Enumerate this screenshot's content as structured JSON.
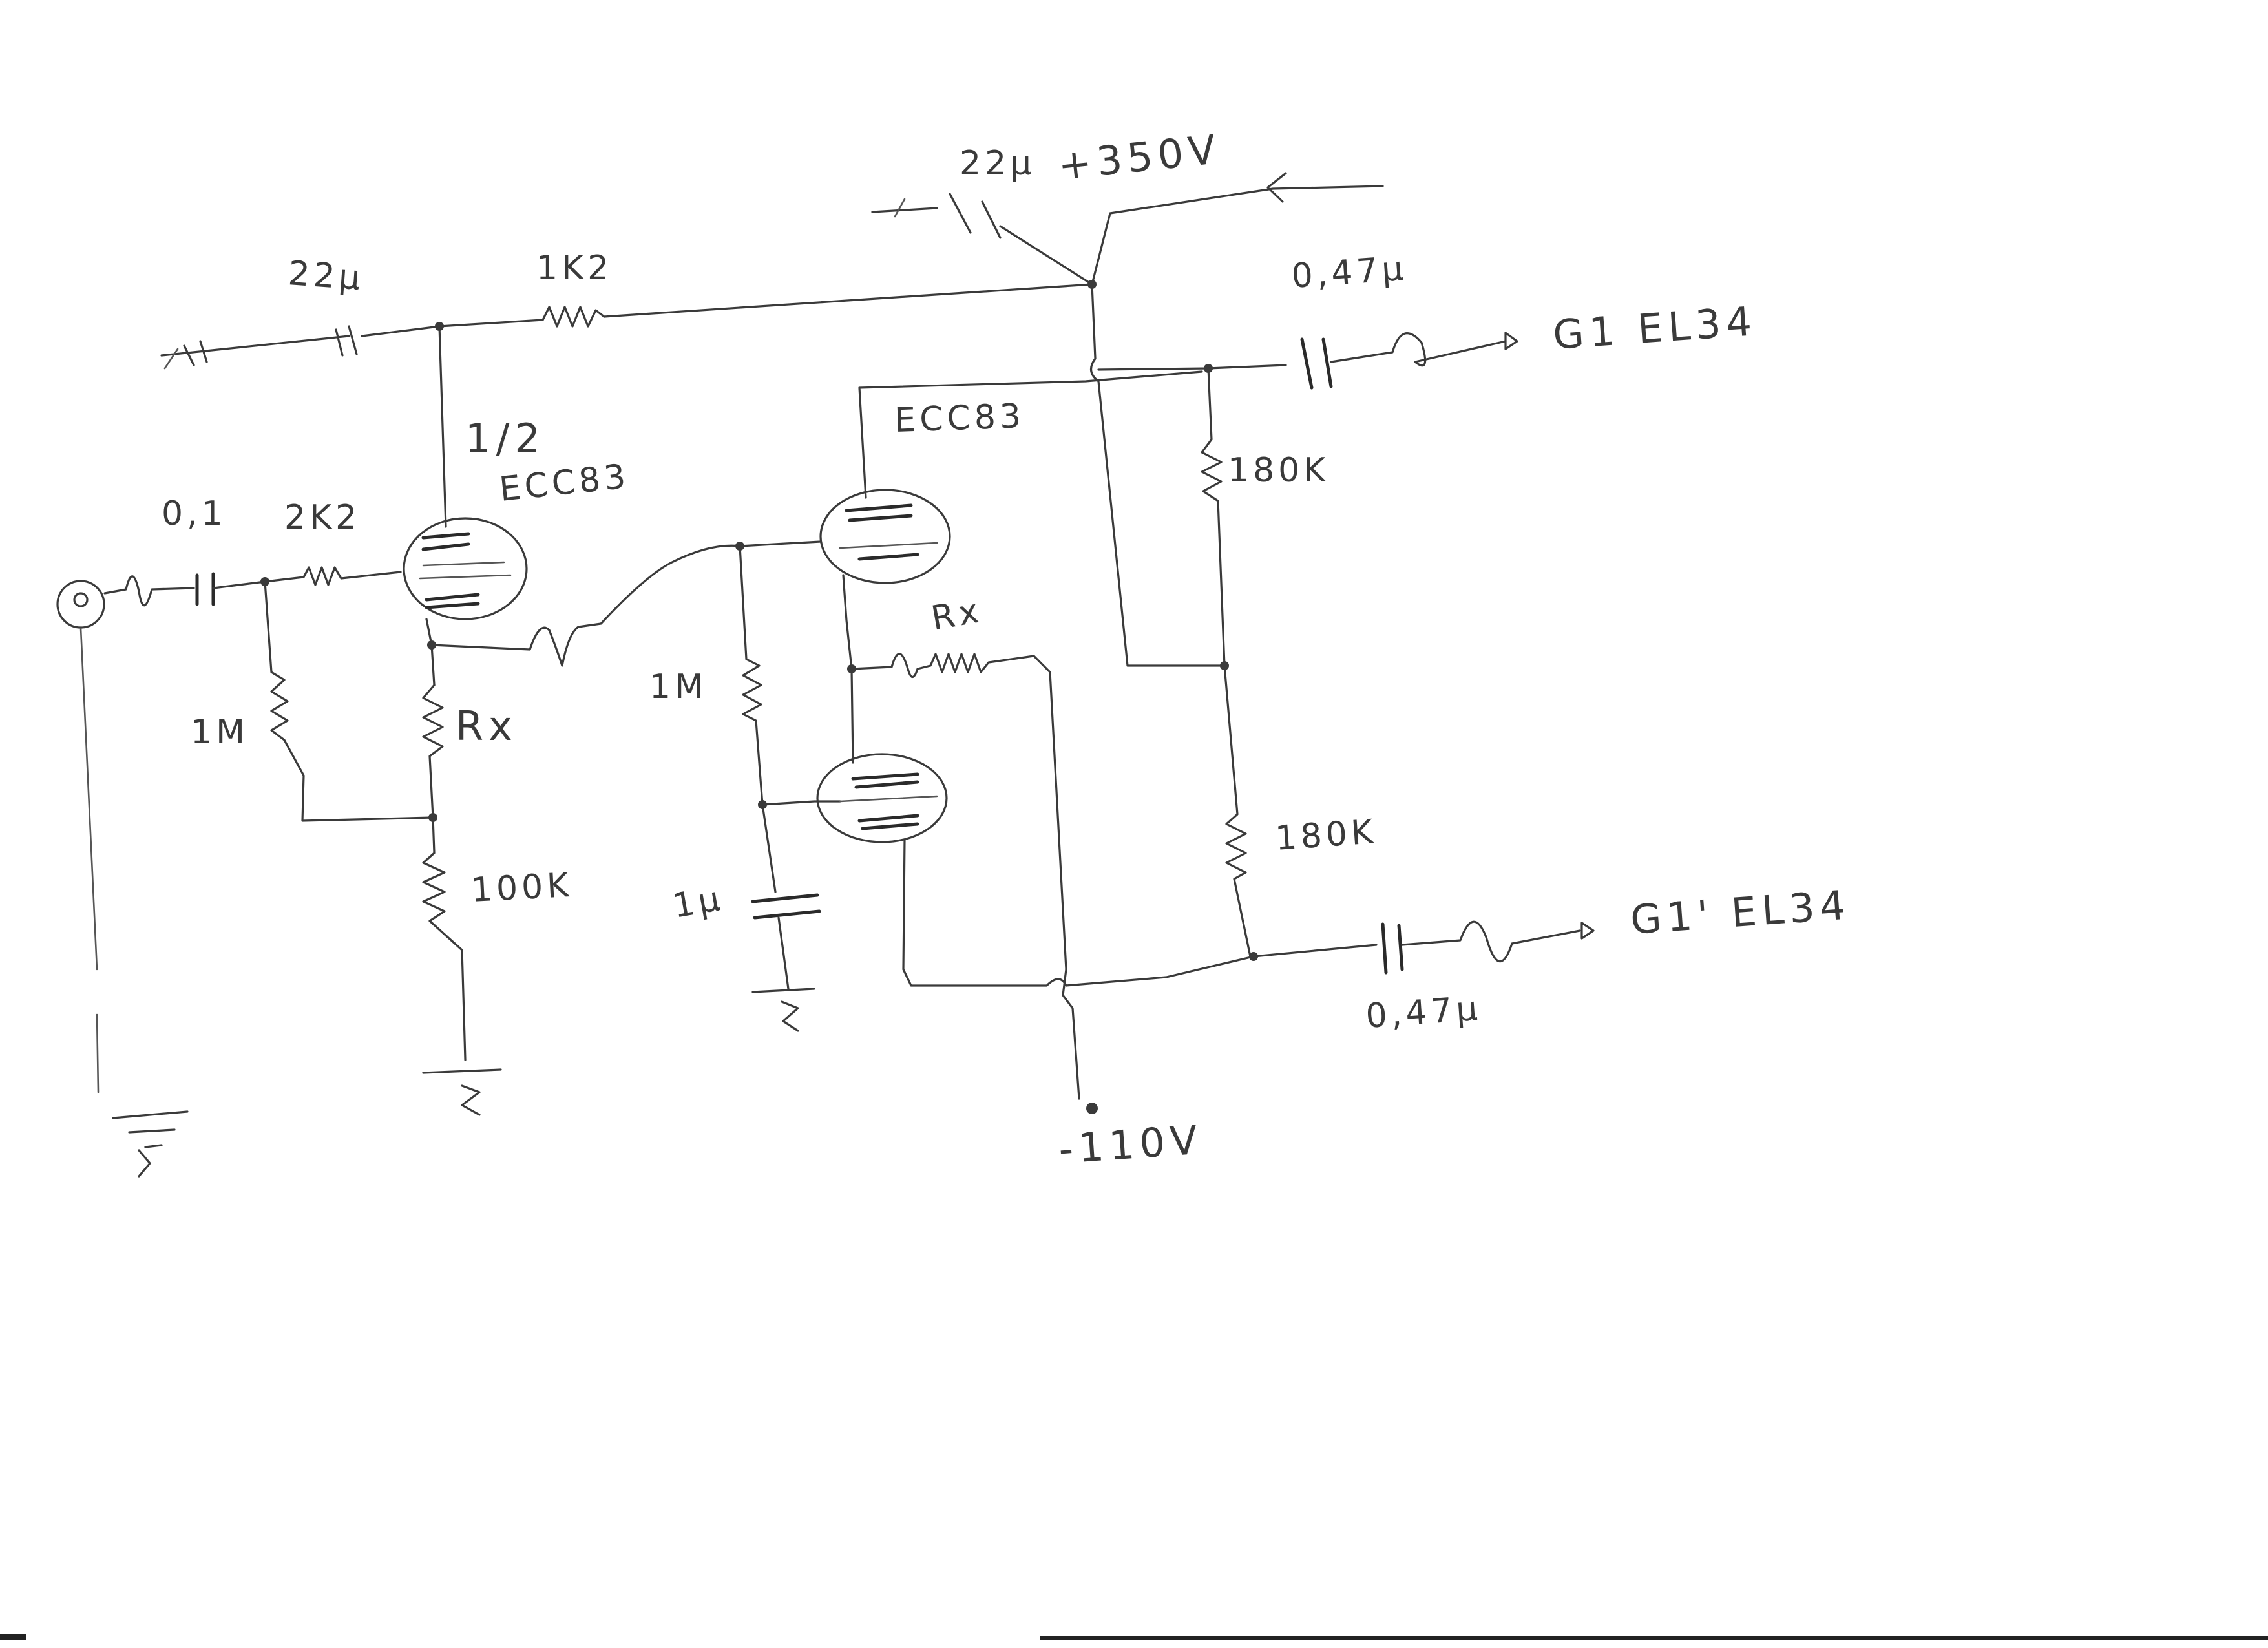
{
  "labels": {
    "supply_pos": "+350V",
    "supply_neg": "-110V",
    "cap_top_left": "22μ",
    "cap_top_mid": "22μ",
    "res_1k2": "1K2",
    "res_2k2": "2K2",
    "cap_in": "0,1",
    "tube1_frac": "1/2",
    "tube1_name": "ECC83",
    "tube2_name": "ECC83",
    "res_1m_a": "1M",
    "res_rx_a": "Rx",
    "res_100k": "100K",
    "res_1m_b": "1M",
    "res_rx_b": "Rx",
    "cap_1u": "1μ",
    "res_180k_a": "180K",
    "res_180k_b": "180K",
    "cap_out_a": "0,47μ",
    "cap_out_b": "0,47μ",
    "out_a": "G1  EL34",
    "out_b": "G1'  EL34"
  },
  "colors": {
    "ink": "#3a3a3a",
    "paper": "#ffffff"
  }
}
